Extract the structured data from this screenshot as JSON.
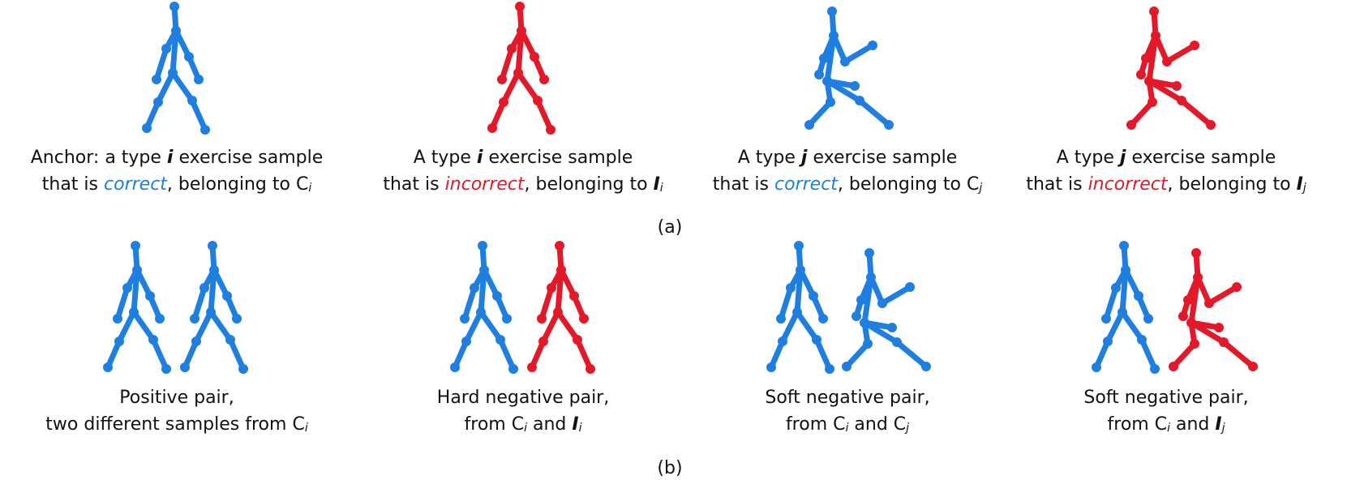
{
  "colors": {
    "correct": "#1f7fe0",
    "incorrect": "#e3192a",
    "text": "#111111"
  },
  "row_a": {
    "panels": [
      {
        "line1": [
          "Anchor: a type ",
          "i",
          " exercise sample"
        ],
        "line2": [
          "that is ",
          "correct",
          ", belonging to ",
          "C",
          "i"
        ]
      },
      {
        "line1": [
          "A type ",
          "i",
          " exercise sample"
        ],
        "line2": [
          "that is ",
          "incorrect",
          ", belonging to ",
          "I",
          "i"
        ]
      },
      {
        "line1": [
          "A type ",
          "j",
          " exercise sample"
        ],
        "line2": [
          "that is ",
          "correct",
          ", belonging to ",
          "C",
          "j"
        ]
      },
      {
        "line1": [
          "A type ",
          "j",
          " exercise sample"
        ],
        "line2": [
          "that is ",
          "incorrect",
          ", belonging to ",
          "I",
          "j"
        ]
      }
    ],
    "label": "(a)"
  },
  "row_b": {
    "panels": [
      {
        "line1": "Positive pair,",
        "line2": [
          "two different samples from ",
          "C",
          "i"
        ]
      },
      {
        "line1": "Hard negative pair,",
        "line2": [
          "from ",
          "C",
          "i",
          " and ",
          "I",
          "i"
        ]
      },
      {
        "line1": "Soft negative pair,",
        "line2": [
          "from ",
          "C",
          "i",
          " and ",
          "C",
          "j"
        ]
      },
      {
        "line1": "Soft negative pair,",
        "line2": [
          "from ",
          "C",
          "i",
          " and ",
          "I",
          "j"
        ]
      }
    ],
    "label": "(b)"
  }
}
